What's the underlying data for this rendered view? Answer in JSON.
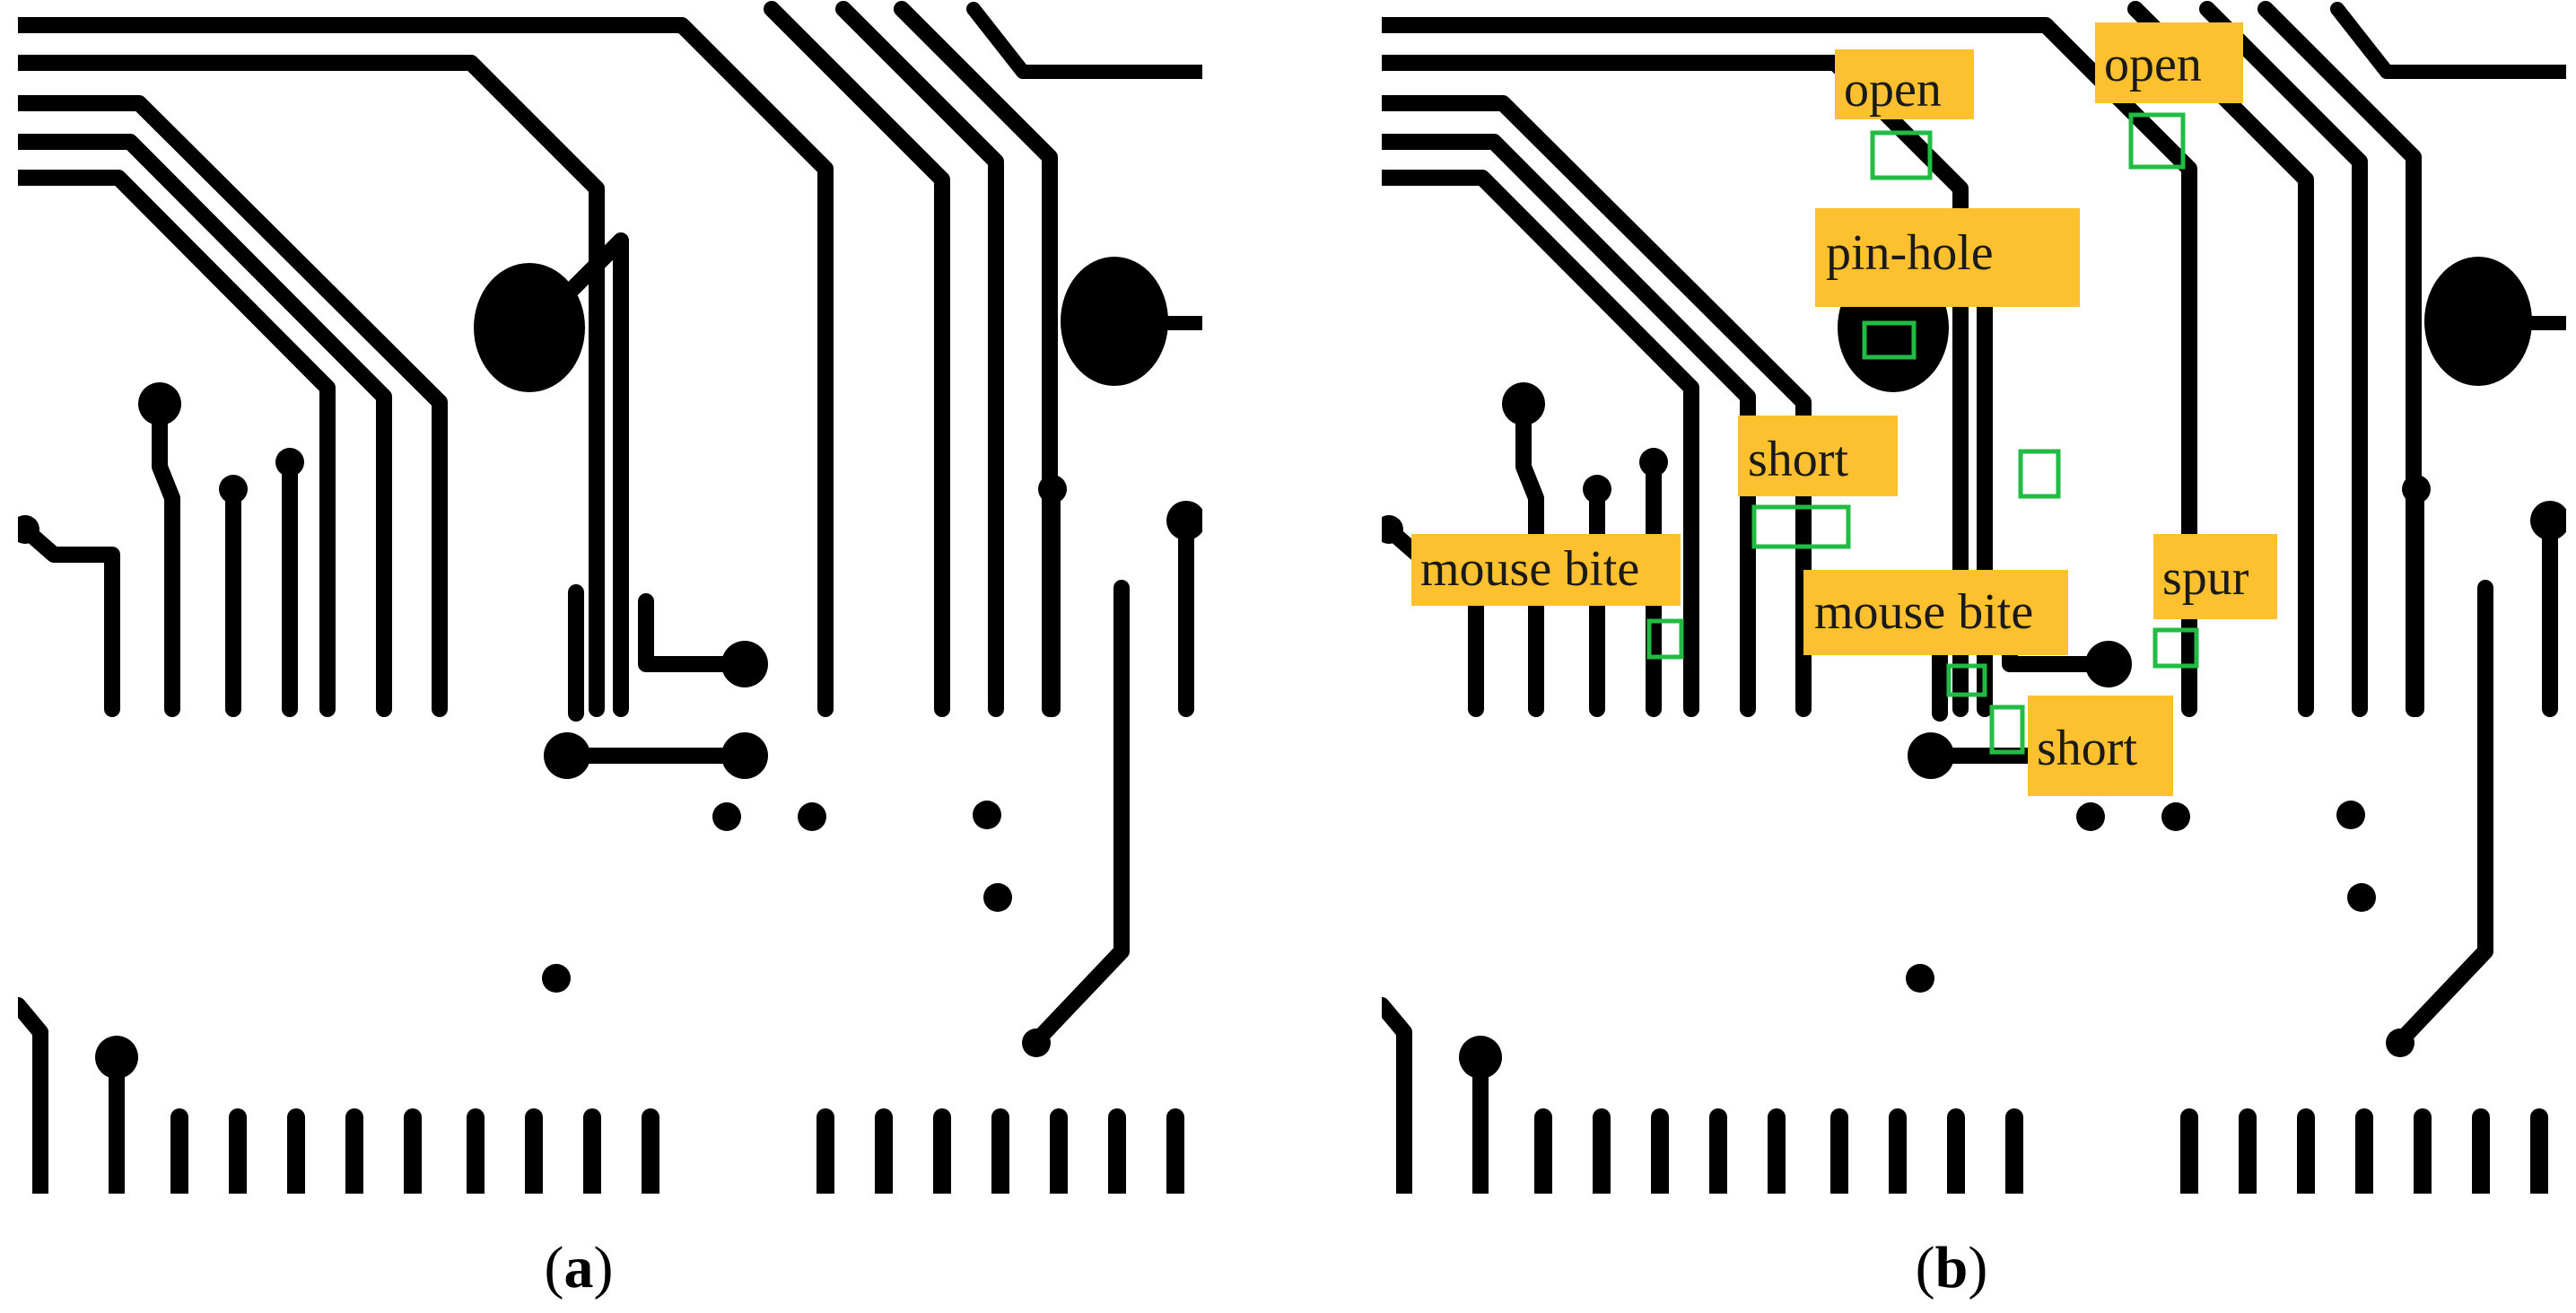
{
  "panels": [
    {
      "id": "a",
      "caption_letter": "a"
    },
    {
      "id": "b",
      "caption_letter": "b"
    }
  ],
  "caption_paren_open": "(",
  "caption_paren_close": ")",
  "colors": {
    "trace": "#000000",
    "background": "#ffffff",
    "label_fill": "#fdc02f",
    "box_stroke": "#22bb44"
  },
  "defects": [
    {
      "type": "open",
      "label": "open"
    },
    {
      "type": "open",
      "label": "open"
    },
    {
      "type": "pin-hole",
      "label": "pin-hole"
    },
    {
      "type": "short",
      "label": "short"
    },
    {
      "type": "mouse bite",
      "label": "mouse bite"
    },
    {
      "type": "mouse bite",
      "label": "mouse bite"
    },
    {
      "type": "spur",
      "label": "spur"
    },
    {
      "type": "short",
      "label": "short"
    },
    {
      "type": "unlabeled",
      "label": ""
    }
  ]
}
